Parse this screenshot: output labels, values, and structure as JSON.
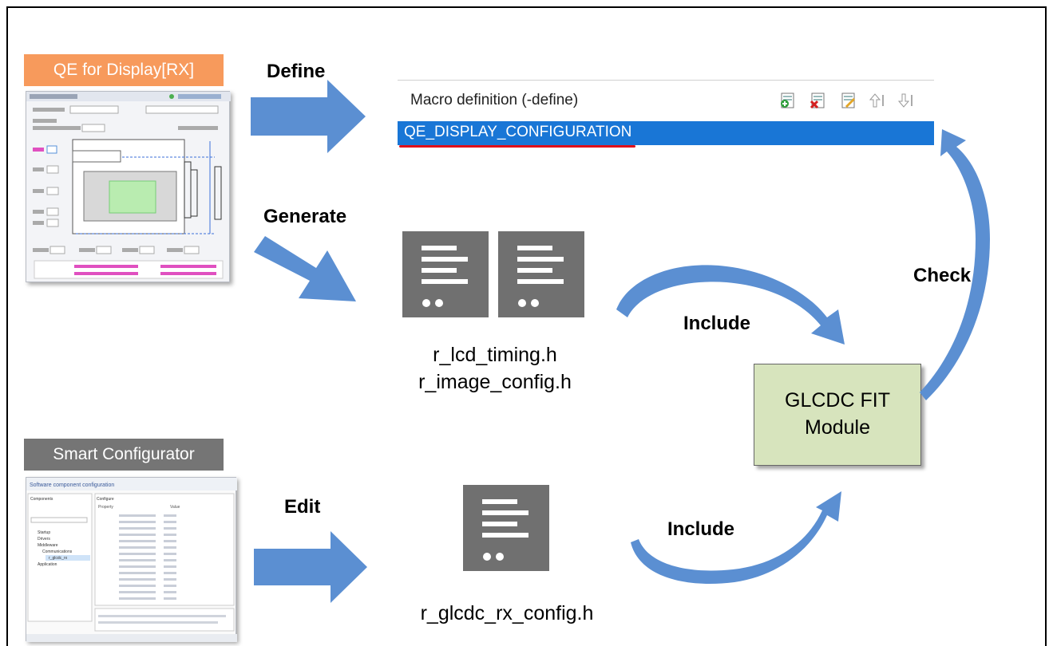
{
  "badges": {
    "qe": "QE for Display[RX]",
    "smart": "Smart Configurator"
  },
  "actions": {
    "define": "Define",
    "generate": "Generate",
    "edit": "Edit",
    "include_top": "Include",
    "include_bottom": "Include",
    "check": "Check"
  },
  "macro_panel": {
    "title": "Macro definition (-define)",
    "value": "QE_DISPLAY_CONFIGURATION"
  },
  "files": {
    "generated_line1": "r_lcd_timing.h",
    "generated_line2": "r_image_config.h",
    "edited": "r_glcdc_rx_config.h"
  },
  "module": {
    "line1": "GLCDC FIT",
    "line2": "Module"
  },
  "sc_screenshot": {
    "title": "Software component configuration",
    "components_tab": "Components",
    "configure_tab": "Configure",
    "tree": [
      "Startup",
      "Drivers",
      "Middleware",
      "Communications",
      "r_glcdc_rx",
      "Application"
    ],
    "property_col": "Property",
    "value_col": "Value"
  },
  "colors": {
    "arrow_blue": "#5b8fd2",
    "qe_badge": "#f79a5c",
    "sc_badge": "#757575",
    "module_fill": "#d7e4bd",
    "selection": "#1976d6",
    "underline": "#e0101a",
    "doc_icon": "#707070"
  },
  "icons": [
    "document-icon",
    "add-icon",
    "delete-icon",
    "edit-icon",
    "move-up-icon",
    "move-down-icon"
  ]
}
